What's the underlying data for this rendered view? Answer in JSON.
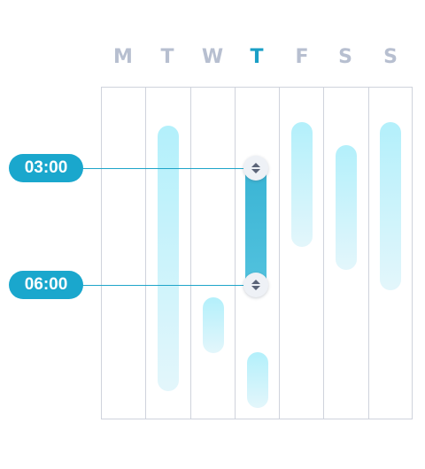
{
  "days": [
    {
      "label": "M",
      "active": false
    },
    {
      "label": "T",
      "active": false
    },
    {
      "label": "W",
      "active": false
    },
    {
      "label": "T",
      "active": true
    },
    {
      "label": "F",
      "active": false
    },
    {
      "label": "S",
      "active": false
    },
    {
      "label": "S",
      "active": false
    }
  ],
  "selection": {
    "start_time": "03:00",
    "end_time": "06:00",
    "start_handle_icon": "up-down-arrows-icon",
    "end_handle_icon": "up-down-arrows-icon"
  },
  "colors": {
    "accent": "#1aa7cd",
    "selected_bar": "#4bbedb",
    "bar_light": "#b3f0fb",
    "day_label_inactive": "#b7bfd0",
    "grid_line": "#cfd3dc"
  }
}
